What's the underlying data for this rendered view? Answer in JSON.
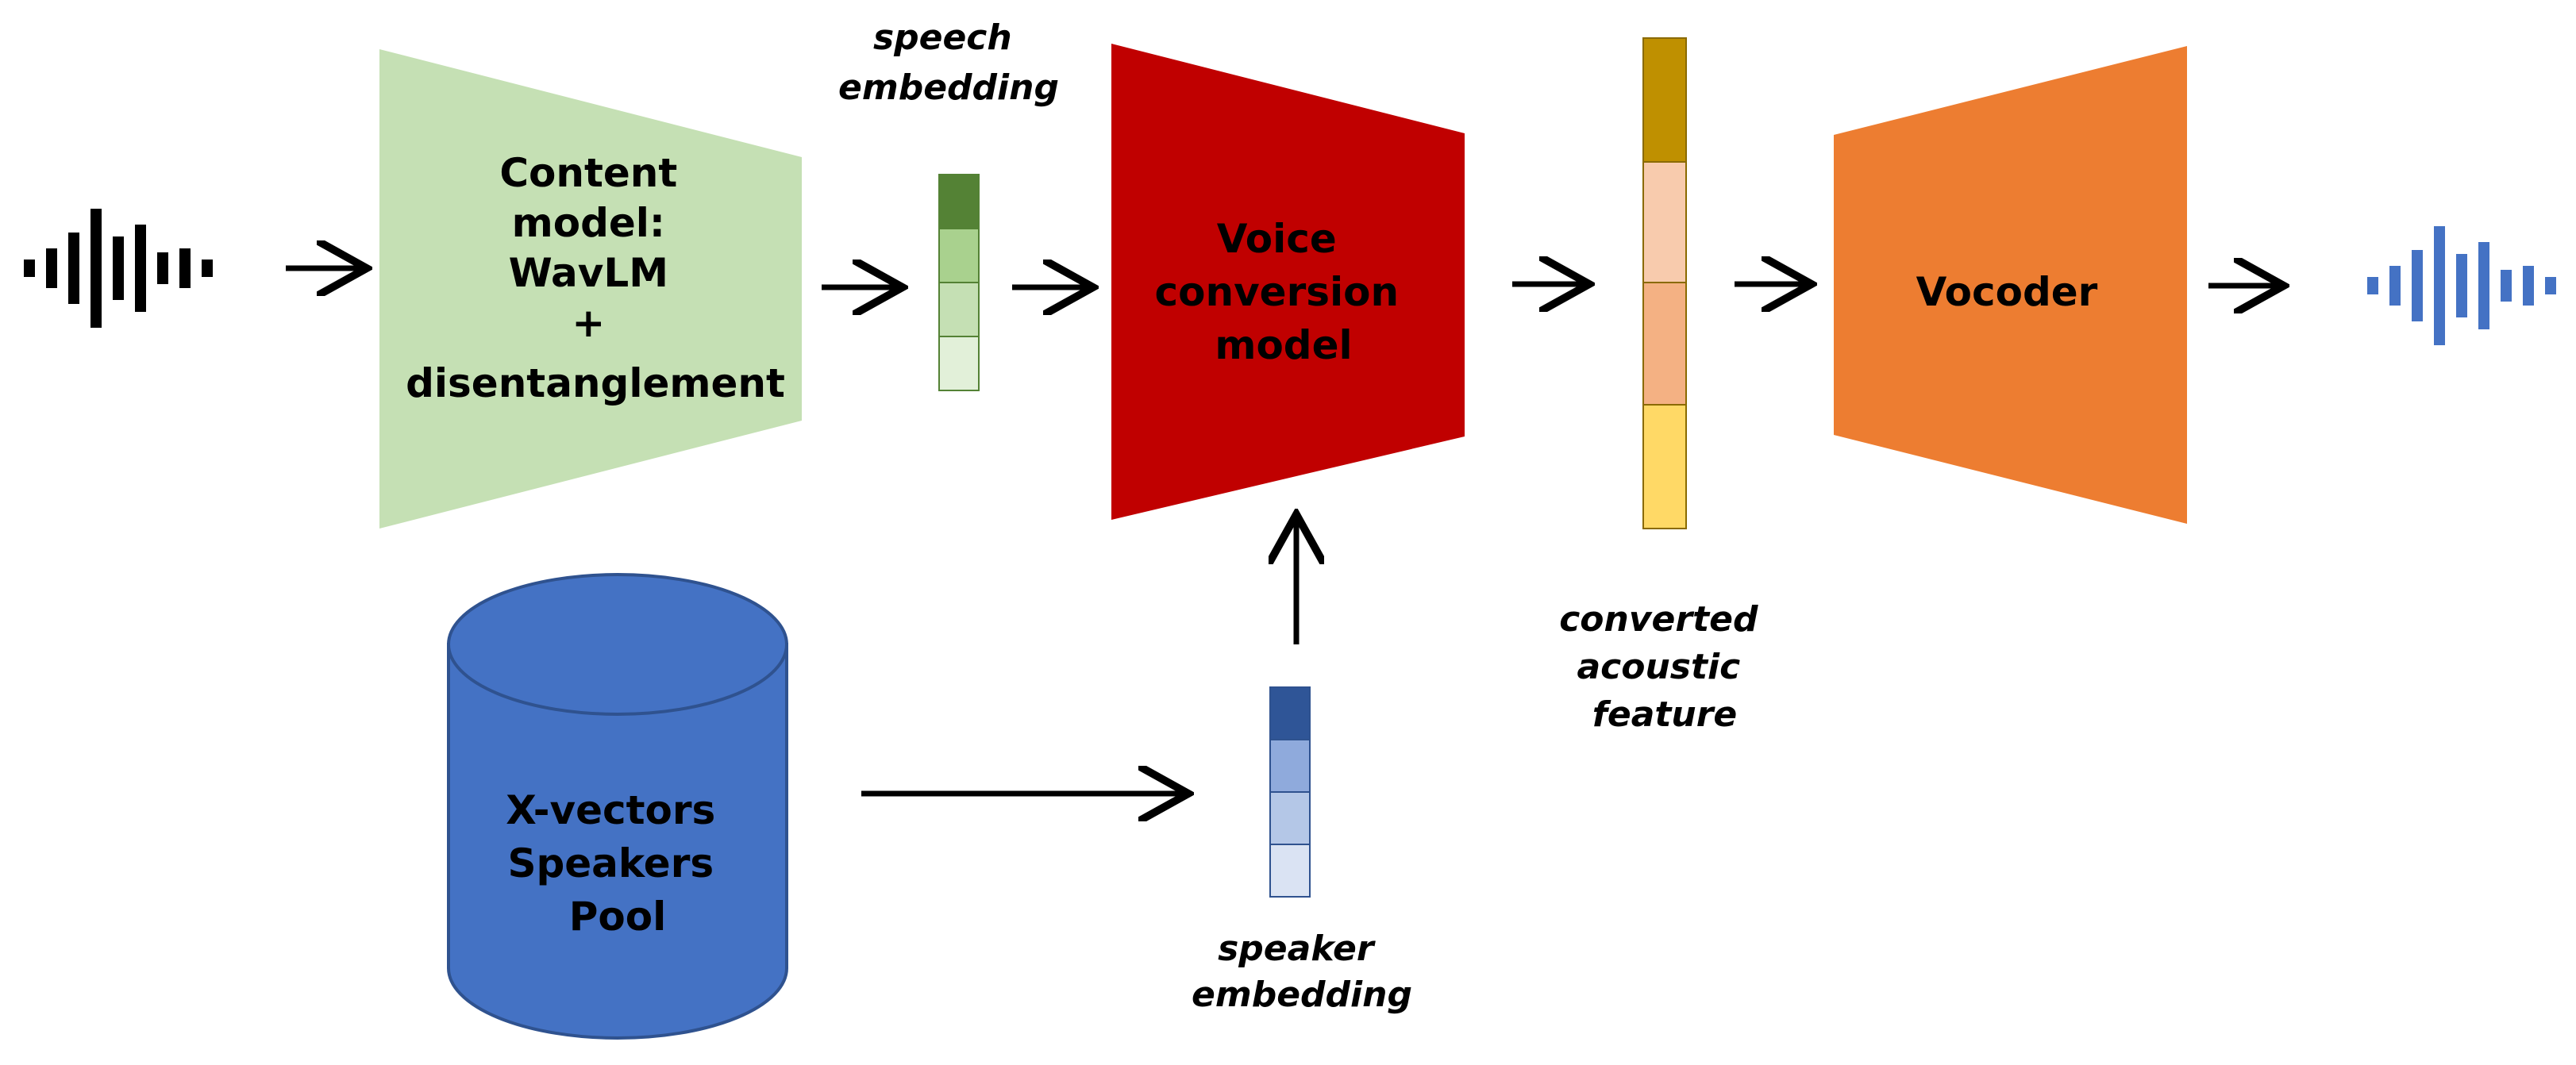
{
  "content_model": {
    "lines": [
      "Content",
      "model:",
      "WavLM",
      "+",
      "disentanglement"
    ],
    "color": "#c5e0b4"
  },
  "speech_embedding": {
    "lines": [
      "speech",
      "embedding"
    ],
    "cell_colors": [
      "#548235",
      "#a9d18e",
      "#c5e0b4",
      "#e2f0d9"
    ]
  },
  "voice_conversion": {
    "lines": [
      "Voice",
      "conversion",
      "model"
    ],
    "color": "#c00000"
  },
  "converted_feature": {
    "lines": [
      "converted",
      "acoustic",
      "feature"
    ],
    "cell_colors": [
      "#bf9000",
      "#f8cbad",
      "#f4b183",
      "#ffd966"
    ]
  },
  "vocoder": {
    "label": "Vocoder",
    "color": "#ed7d31"
  },
  "speakers_pool": {
    "lines": [
      "X-vectors",
      "Speakers",
      "Pool"
    ],
    "color": "#4472c4"
  },
  "speaker_embedding": {
    "lines": [
      "speaker",
      "embedding"
    ],
    "cell_colors": [
      "#2f5597",
      "#8faadc",
      "#b4c7e7",
      "#dae3f3"
    ]
  },
  "input_waveform": {
    "color": "#000000"
  },
  "output_waveform": {
    "color": "#4472c4"
  }
}
